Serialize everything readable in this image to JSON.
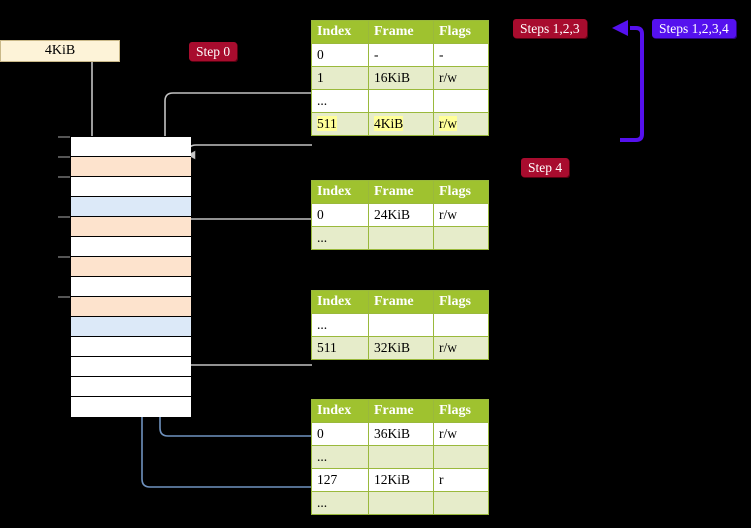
{
  "labels": {
    "frame_box": "4KiB",
    "step0": "Step 0",
    "steps123": "Steps 1,2,3",
    "steps1234": "Steps 1,2,3,4",
    "step4": "Step 4"
  },
  "colors": {
    "table_header_bg": "#9fc22f",
    "table_alt_row_bg": "#e6ecca",
    "highlight": "#ffff99",
    "badge_red": "#a80c2e",
    "badge_blue": "#5511ee",
    "mem_orange": "#fde3cd",
    "mem_blue": "#dce9f8",
    "wire_gray": "#b8b8b8",
    "wire_blue": "#6f92bf"
  },
  "tables": [
    {
      "name": "pml4-table",
      "columns": [
        "Index",
        "Frame",
        "Flags"
      ],
      "rows": [
        {
          "style": "plain",
          "cells": [
            "0",
            "-",
            "-"
          ],
          "highlight": [
            false,
            false,
            false
          ]
        },
        {
          "style": "alt",
          "cells": [
            "1",
            "16KiB",
            "r/w"
          ],
          "highlight": [
            false,
            false,
            false
          ]
        },
        {
          "style": "plain",
          "cells": [
            "...",
            "",
            ""
          ],
          "highlight": [
            false,
            false,
            false
          ]
        },
        {
          "style": "alt",
          "cells": [
            "511",
            "4KiB",
            "r/w"
          ],
          "highlight": [
            true,
            true,
            true
          ]
        }
      ]
    },
    {
      "name": "pdp-table",
      "columns": [
        "Index",
        "Frame",
        "Flags"
      ],
      "rows": [
        {
          "style": "plain",
          "cells": [
            "0",
            "24KiB",
            "r/w"
          ],
          "highlight": [
            false,
            false,
            false
          ]
        },
        {
          "style": "alt",
          "cells": [
            "...",
            "",
            ""
          ],
          "highlight": [
            false,
            false,
            false
          ]
        }
      ]
    },
    {
      "name": "pd-table",
      "columns": [
        "Index",
        "Frame",
        "Flags"
      ],
      "rows": [
        {
          "style": "plain",
          "cells": [
            "...",
            "",
            ""
          ],
          "highlight": [
            false,
            false,
            false
          ]
        },
        {
          "style": "alt",
          "cells": [
            "511",
            "32KiB",
            "r/w"
          ],
          "highlight": [
            false,
            false,
            false
          ]
        }
      ]
    },
    {
      "name": "pt-table",
      "columns": [
        "Index",
        "Frame",
        "Flags"
      ],
      "rows": [
        {
          "style": "plain",
          "cells": [
            "0",
            "36KiB",
            "r/w"
          ],
          "highlight": [
            false,
            false,
            false
          ]
        },
        {
          "style": "alt",
          "cells": [
            "...",
            "",
            ""
          ],
          "highlight": [
            false,
            false,
            false
          ]
        },
        {
          "style": "plain",
          "cells": [
            "127",
            "12KiB",
            "r"
          ],
          "highlight": [
            false,
            false,
            false
          ]
        },
        {
          "style": "alt",
          "cells": [
            "...",
            "",
            ""
          ],
          "highlight": [
            false,
            false,
            false
          ]
        }
      ]
    }
  ],
  "memory": {
    "name": "physical-memory-column",
    "rows": [
      {
        "fill": "white",
        "tick": true
      },
      {
        "fill": "orange",
        "tick": true
      },
      {
        "fill": "white",
        "tick": true
      },
      {
        "fill": "blue",
        "tick": false
      },
      {
        "fill": "orange",
        "tick": true
      },
      {
        "fill": "white",
        "tick": false
      },
      {
        "fill": "orange",
        "tick": true
      },
      {
        "fill": "white",
        "tick": false
      },
      {
        "fill": "orange",
        "tick": true
      },
      {
        "fill": "blue",
        "tick": false
      },
      {
        "fill": "white",
        "tick": false
      },
      {
        "fill": "white",
        "tick": false
      },
      {
        "fill": "white",
        "tick": false
      },
      {
        "fill": "white",
        "tick": false
      }
    ]
  }
}
